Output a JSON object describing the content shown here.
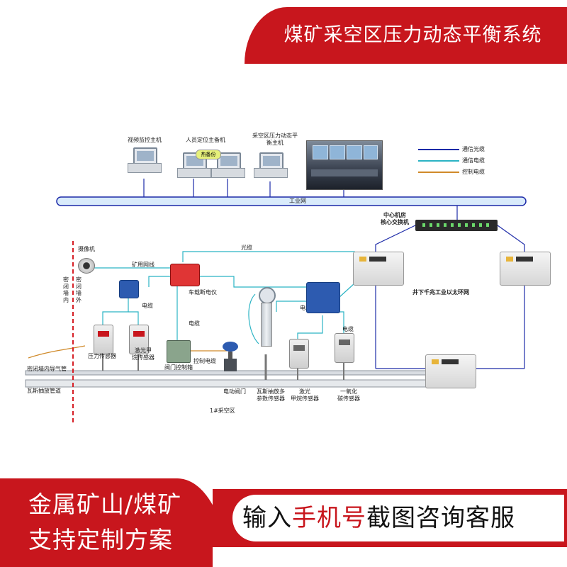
{
  "title": "煤矿采空区压力动态平衡系统",
  "legend": [
    {
      "label": "通信光缆",
      "color": "#1c2aa8"
    },
    {
      "label": "通信电缆",
      "color": "#2bb3c4"
    },
    {
      "label": "控制电缆",
      "color": "#d08a2a"
    }
  ],
  "top": {
    "video_host": "视频监控主机",
    "personnel_host": "人员定位主备机",
    "hot_standby": "热备份",
    "goaf_host_line1": "采空区压力动态平",
    "goaf_host_line2": "衡主机",
    "industrial_net": "工业网"
  },
  "network": {
    "center_line1": "中心机房",
    "center_line2": "核心交换机",
    "ring_label": "井下千兆工业以太环网"
  },
  "field": {
    "camera": "摄像机",
    "wall_inner": "密闭墙内",
    "wall_outer": "密闭墙外",
    "mine_cable": "矿用网线",
    "fiber": "光缆",
    "cable1": "电缆",
    "cable2": "电缆",
    "cable3": "电缆",
    "cable4": "电缆",
    "control_cable": "控制电缆",
    "breaker": "车载断电仪",
    "pressure_sensor": "压力传感器",
    "laser_methane1_line1": "激光甲",
    "laser_methane1_line2": "烷传感器",
    "valve_box": "阀门控制箱",
    "pipe_inner": "密闭墙内导气管",
    "gas_pipe": "瓦斯抽放管道",
    "electric_valve": "电动阀门",
    "gas_multi_line1": "瓦斯抽放多",
    "gas_multi_line2": "参数传感器",
    "laser_methane2_line1": "激光",
    "laser_methane2_line2": "甲烷传感器",
    "co_line1": "一氧化",
    "co_line2": "碳传感器",
    "goaf_area": "1#采空区"
  },
  "promo": {
    "left_line1": "金属矿山/煤矿",
    "left_line2": "支持定制方案",
    "right_pre": "输入",
    "right_highlight": "手机号",
    "right_post": "截图咨询客服"
  }
}
